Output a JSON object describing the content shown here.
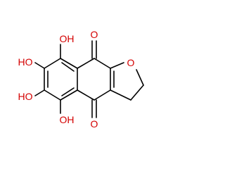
{
  "structure": {
    "atoms": {
      "oh_top": "OH",
      "oh_upper_left": "HO",
      "oh_lower_left": "HO",
      "oh_bottom": "OH",
      "ketone_top": "O",
      "ketone_bottom": "O",
      "furan_oxygen": "O"
    },
    "colors": {
      "bond": "#000000",
      "heteroatom": "#d40000"
    }
  }
}
